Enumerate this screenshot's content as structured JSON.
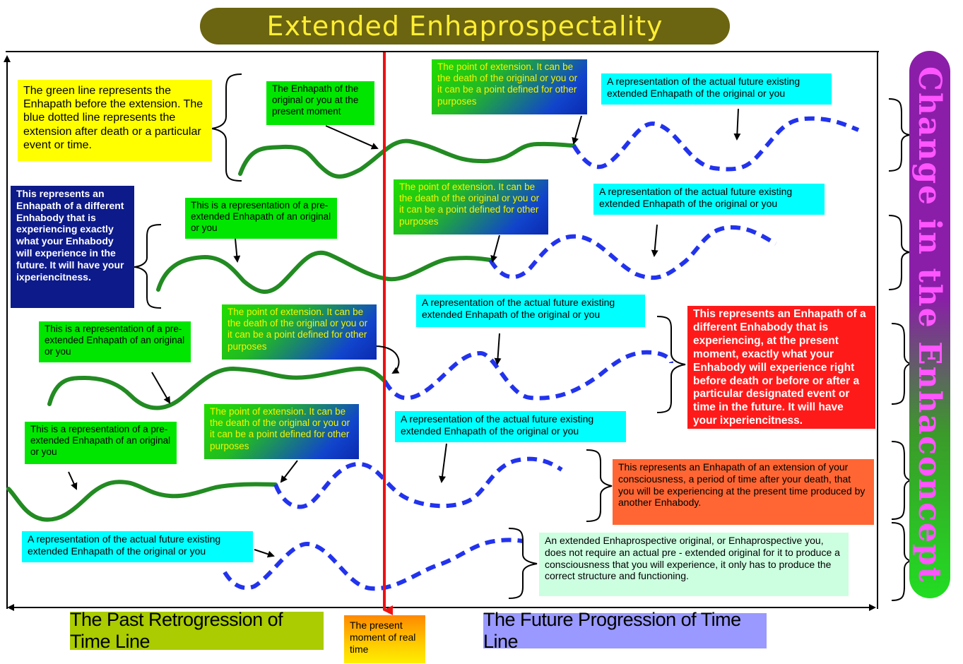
{
  "title": "Extended Enhaprospectality",
  "side_label": "Change in the Enhaconcept",
  "bottom": {
    "past": "The Past Retrogression of Time Line",
    "present": "The present moment of real time",
    "future": "The Future Progression of Time Line"
  },
  "boxes": {
    "legend": "The green line represents the Enhapath before the extension. The blue dotted line represents the extension after death or a particular event or time.",
    "present_moment": "The Enhapath of the original or you at the present moment",
    "point1": "The point of extension. It can be the death of the original or you or it can be a point defined for other purposes",
    "future1": "A representation of the actual future existing extended Enhapath of the original or you",
    "different_future": "This represents an Enhapath of a different Enhabody that is experiencing exactly what your Enhabody will experience in the future. It will have your ixperiencitness.",
    "pre2": "This is a representation of a pre- extended Enhapath of an original or you",
    "point2": "The point of extension. It can be the death of the original or you or it can be a point defined for other purposes",
    "future2": "A representation of the actual future existing extended Enhapath of the original or you",
    "pre3": "This is a representation of a pre- extended Enhapath of an original or you",
    "point3": "The point of extension. It can be the death of the original or you or it can be a point defined for other purposes",
    "future3": "A representation of the actual future existing extended Enhapath of the original or you",
    "different_present": "This represents an Enhapath of a different Enhabody that is experiencing, at the present moment, exactly what your Enhabody will experience right before death or before or after a particular designated event or time in the future. It will have your ixperiencitness.",
    "pre4": "This is a representation of a pre- extended Enhapath of an original or you",
    "point4": "The point of extension. It can be the death of the original or you or it can be a point defined for other purposes",
    "future4": "A representation of the actual future existing extended Enhapath of the original or you",
    "extension_consciousness": "This represents an Enhapath of an extension of your consciousness, a period of time after your death, that you will be experiencing at the present time produced by another Enhabody.",
    "future5": "A representation of the actual future existing extended Enhapath of the original or you",
    "no_original": "An extended Enhaprospective original, or Enhaprospective you, does not require an actual pre - extended original for it to produce a consciousness that you will experience, it only has to produce the correct structure and functioning."
  },
  "colors": {
    "pre_path": "#228b22",
    "extension_path": "#2233ee",
    "present_line": "#ee1111"
  }
}
